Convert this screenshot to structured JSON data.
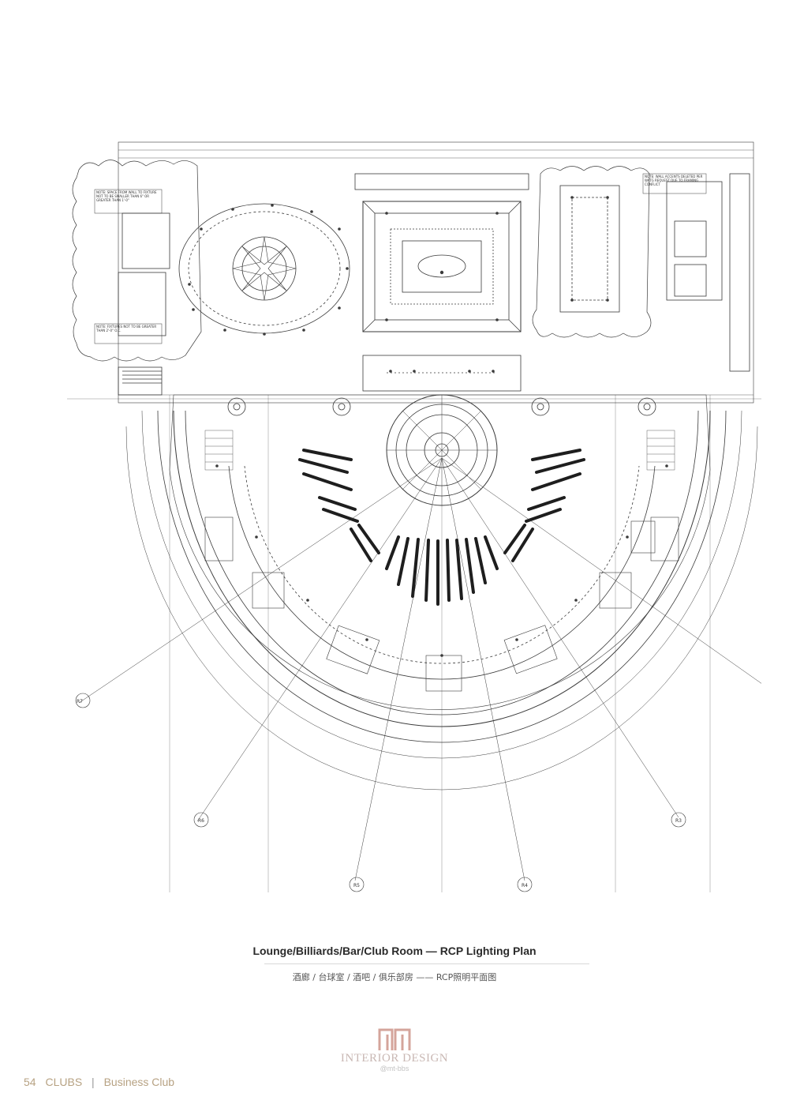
{
  "caption": {
    "title": "Lounge/Billiards/Bar/Club  Room — RCP Lighting Plan",
    "subtitle": "酒廊 / 台球室 / 酒吧 / 俱乐部房 —— RCP照明平面图"
  },
  "plan_labels": {
    "r7": "R7",
    "r6": "R6",
    "r5": "R5",
    "r4": "R4",
    "r3": "R3",
    "note_top_left": "NOTE: SPACE FROM WALL TO FIXTURE NOT TO BE SMALLER THAN 6\" OR GREATER THAN 1'-0\"",
    "note_left_mid": "NOTE: FIXTURES NOT TO BE GREATER THAN 2'-0\" O.C.",
    "note_top_right": "NOTE: WALL ACCENTS DELETED PER WATG REQUEST DUE TO FRAMING CONFLICT"
  },
  "logo": {
    "brand": "INTERIOR DESIGN",
    "handle": "@mt-bbs"
  },
  "footer": {
    "page_number": "54",
    "section": "CLUBS",
    "separator": "|",
    "subsection": "Business Club"
  },
  "colors": {
    "line": "#3a3a3a",
    "accent_footer": "#b7a283",
    "logo": "#d4a49b"
  }
}
